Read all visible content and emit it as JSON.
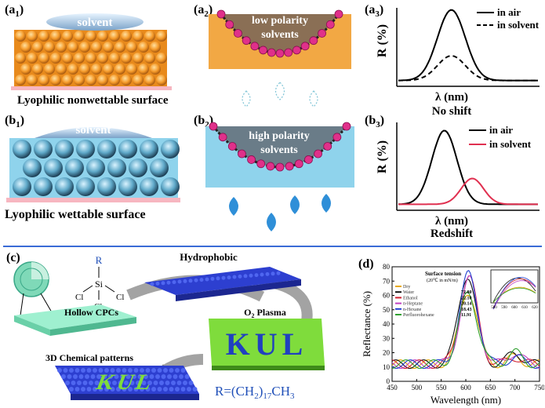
{
  "panels": {
    "a1": {
      "label": "(a",
      "sub": "1",
      "close": ")",
      "solvent": "solvent",
      "caption": "Lyophilic nonwettable surface"
    },
    "a2": {
      "label": "(a",
      "sub": "2",
      "close": ")",
      "text1": "low polarity",
      "text2": "solvents"
    },
    "a3": {
      "label": "(a",
      "sub": "3",
      "close": ")",
      "ylabel": "R (%)",
      "xlabel": "λ (nm)",
      "caption": "No shift",
      "legend": [
        "in air",
        "in solvent"
      ]
    },
    "b1": {
      "label": "(b",
      "sub": "1",
      "close": ")",
      "solvent": "solvent",
      "caption": "Lyophilic wettable surface"
    },
    "b2": {
      "label": "(b",
      "sub": "2",
      "close": ")",
      "text1": "high polarity",
      "text2": "solvents"
    },
    "b3": {
      "label": "(b",
      "sub": "3",
      "close": ")",
      "ylabel": "R (%)",
      "xlabel": "λ (nm)",
      "caption": "Redshift",
      "legend": [
        "in air",
        "in solvent"
      ]
    },
    "c": {
      "label": "(c)",
      "hydrophobic": "Hydrophobic",
      "hollow": "Hollow CPCs",
      "o2": "O",
      "o2sub": "2",
      "o2rest": " Plasma",
      "kul": "KUL",
      "patterns": "3D Chemical patterns",
      "formula": "R=(CH",
      "formula_sub1": "2",
      "formula_mid": ")",
      "formula_sub2": "17",
      "formula_end": "CH",
      "formula_sub3": "3",
      "silane_r": "R",
      "silane_si": "Si",
      "silane_cl": "Cl"
    },
    "d": {
      "label": "(d)",
      "st_title": "Surface tension",
      "st_sub": "(20℃ in mN/m)",
      "inset_ticks": [
        "580",
        "590",
        "600",
        "610",
        "620"
      ]
    }
  },
  "colors": {
    "orange": "#f39a2c",
    "cyan": "#8fd3ec",
    "blue_text": "#1f4fb8",
    "red": "#e03050",
    "kul_green": "#7fdc3c",
    "divider": "#3a6bd6"
  },
  "chart_data": [
    {
      "type": "line",
      "title": "",
      "xlabel": "λ (nm)",
      "ylabel": "R (%)",
      "series": [
        {
          "name": "in air",
          "peak": 1.0
        },
        {
          "name": "in solvent",
          "peak": 0.35
        }
      ],
      "shift": "No shift"
    },
    {
      "type": "line",
      "title": "",
      "xlabel": "λ (nm)",
      "ylabel": "R (%)",
      "series": [
        {
          "name": "in air",
          "peak": 1.0
        },
        {
          "name": "in solvent",
          "peak": 0.35
        }
      ],
      "shift": "Redshift"
    },
    {
      "type": "line",
      "title": "",
      "xlabel": "Wavelength (nm)",
      "ylabel": "Reflectance (%)",
      "xlim": [
        450,
        750
      ],
      "ylim": [
        0,
        80
      ],
      "xticks": [
        "450",
        "500",
        "550",
        "600",
        "650",
        "700",
        "750"
      ],
      "yticks": [
        "0",
        "10",
        "20",
        "30",
        "40",
        "50",
        "60",
        "70",
        "80"
      ],
      "series": [
        {
          "name": "Dry",
          "value": "",
          "color": "#e6a800",
          "peak_x": 605,
          "peak_y": 63
        },
        {
          "name": "Water",
          "value": "72.80",
          "color": "#111111",
          "peak_x": 603,
          "peak_y": 74
        },
        {
          "name": "Ethanol",
          "value": "22.10",
          "color": "#d02030",
          "peak_x": 606,
          "peak_y": 73
        },
        {
          "name": "n-Heptane",
          "value": "20.14",
          "color": "#c040c0",
          "peak_x": 607,
          "peak_y": 71
        },
        {
          "name": "n-Hexane",
          "value": "18.43",
          "color": "#2040d0",
          "peak_x": 606,
          "peak_y": 75
        },
        {
          "name": "Perfluorohexane",
          "value": "11.91",
          "color": "#30a030",
          "peak_x": 605,
          "peak_y": 62
        }
      ]
    }
  ]
}
